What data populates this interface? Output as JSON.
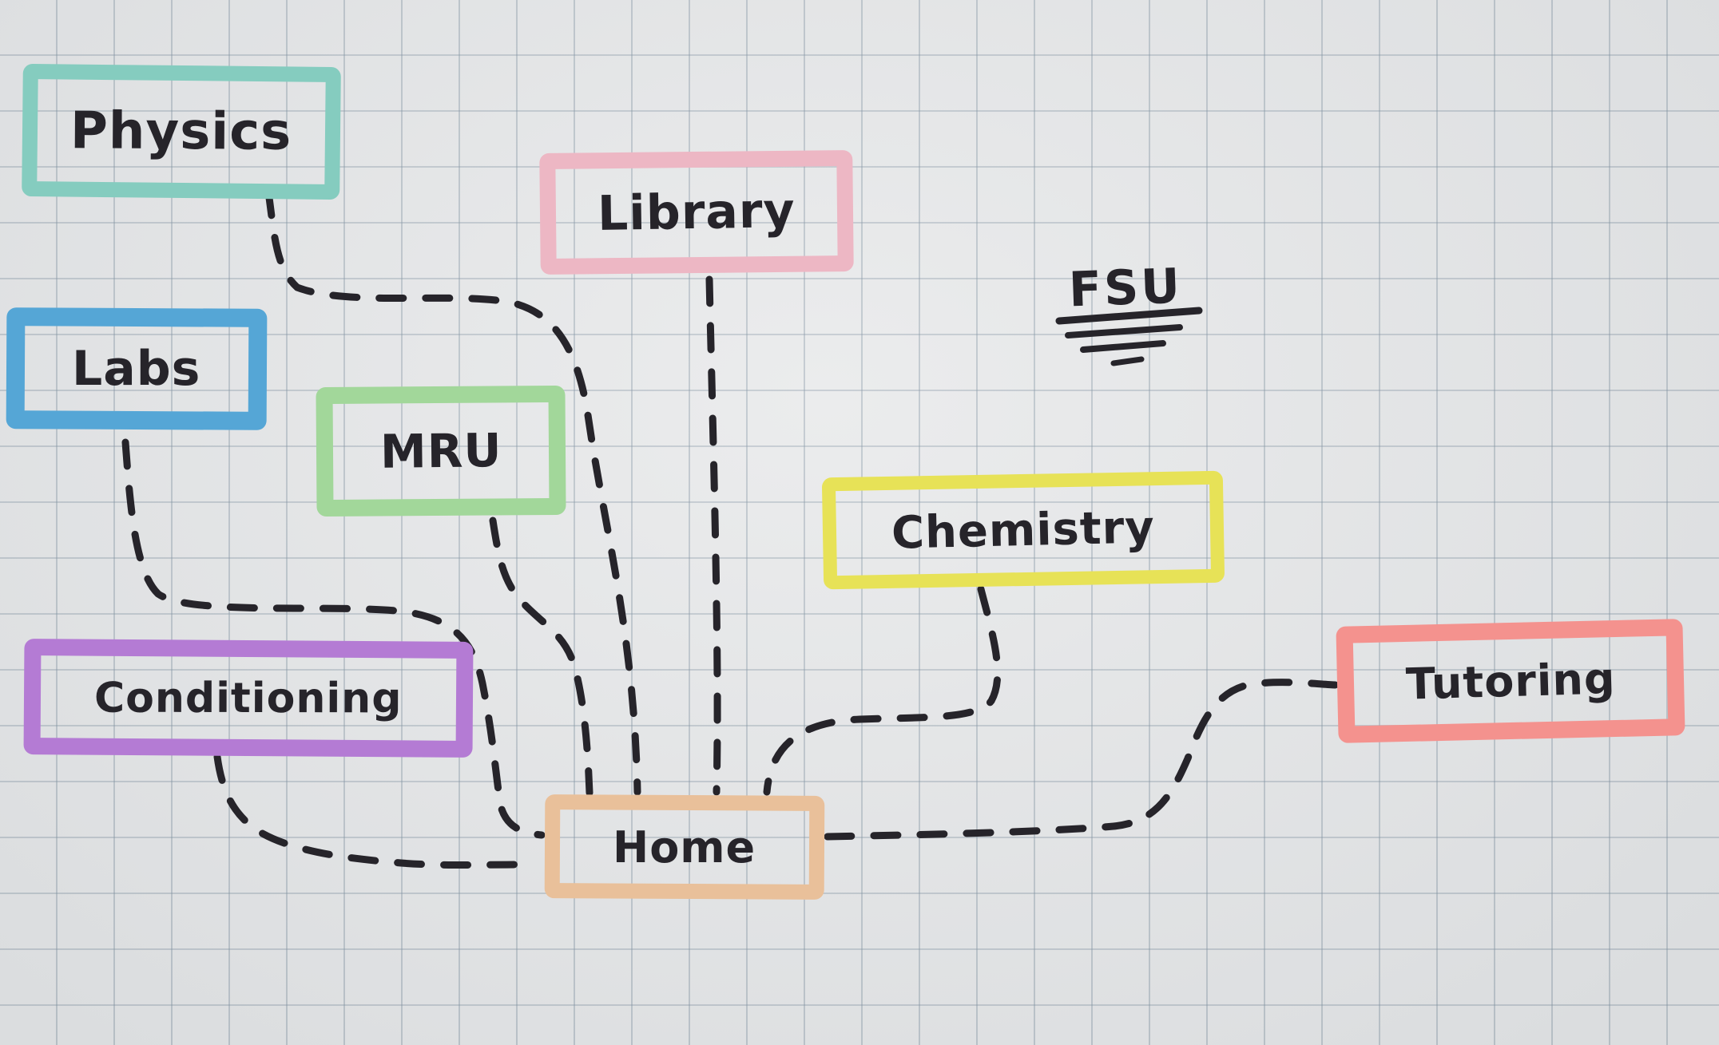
{
  "title": {
    "text": "FSU",
    "decoration": "four stacked underlines, shortening"
  },
  "paper": {
    "background": "#e9eaeb",
    "grid_color": "#8092a1",
    "ink_color": "#26242a"
  },
  "nodes": [
    {
      "id": "physics",
      "label": "Physics",
      "color": "#85ccbf"
    },
    {
      "id": "library",
      "label": "Library",
      "color": "#edb7c4"
    },
    {
      "id": "labs",
      "label": "Labs",
      "color": "#55a6d6"
    },
    {
      "id": "mru",
      "label": "MRU",
      "color": "#a2d79a"
    },
    {
      "id": "chemistry",
      "label": "Chemistry",
      "color": "#e7e257"
    },
    {
      "id": "conditioning",
      "label": "Conditioning",
      "color": "#b47bd4"
    },
    {
      "id": "tutoring",
      "label": "Tutoring",
      "color": "#f4928e"
    },
    {
      "id": "home",
      "label": "Home",
      "color": "#e9c09a"
    }
  ],
  "connections": [
    {
      "from": "Physics",
      "to": "Home",
      "style": "dashed"
    },
    {
      "from": "Library",
      "to": "Home",
      "style": "dashed"
    },
    {
      "from": "Labs",
      "to": "Home",
      "style": "dashed"
    },
    {
      "from": "MRU",
      "to": "Home",
      "style": "dashed"
    },
    {
      "from": "Conditioning",
      "to": "Home",
      "style": "dashed"
    },
    {
      "from": "Chemistry",
      "to": "Home",
      "style": "dashed"
    },
    {
      "from": "Home",
      "to": "Tutoring",
      "style": "dashed"
    }
  ]
}
